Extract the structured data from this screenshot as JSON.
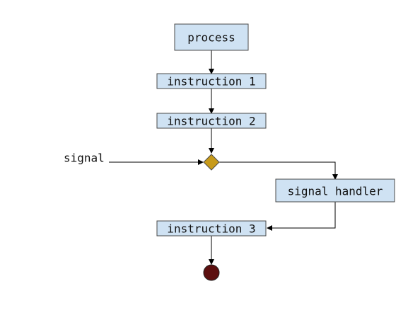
{
  "diagram": {
    "nodes": {
      "process": "process",
      "instruction_1": "instruction 1",
      "instruction_2": "instruction 2",
      "signal_handler": "signal handler",
      "instruction_3": "instruction 3"
    },
    "labels": {
      "signal": "signal"
    }
  },
  "colors": {
    "box_fill": "#cfe2f3",
    "box_stroke": "#4a4a4a",
    "line": "#000000",
    "diamond_fill": "#c79a1a",
    "end_fill": "#5c0f0f"
  }
}
